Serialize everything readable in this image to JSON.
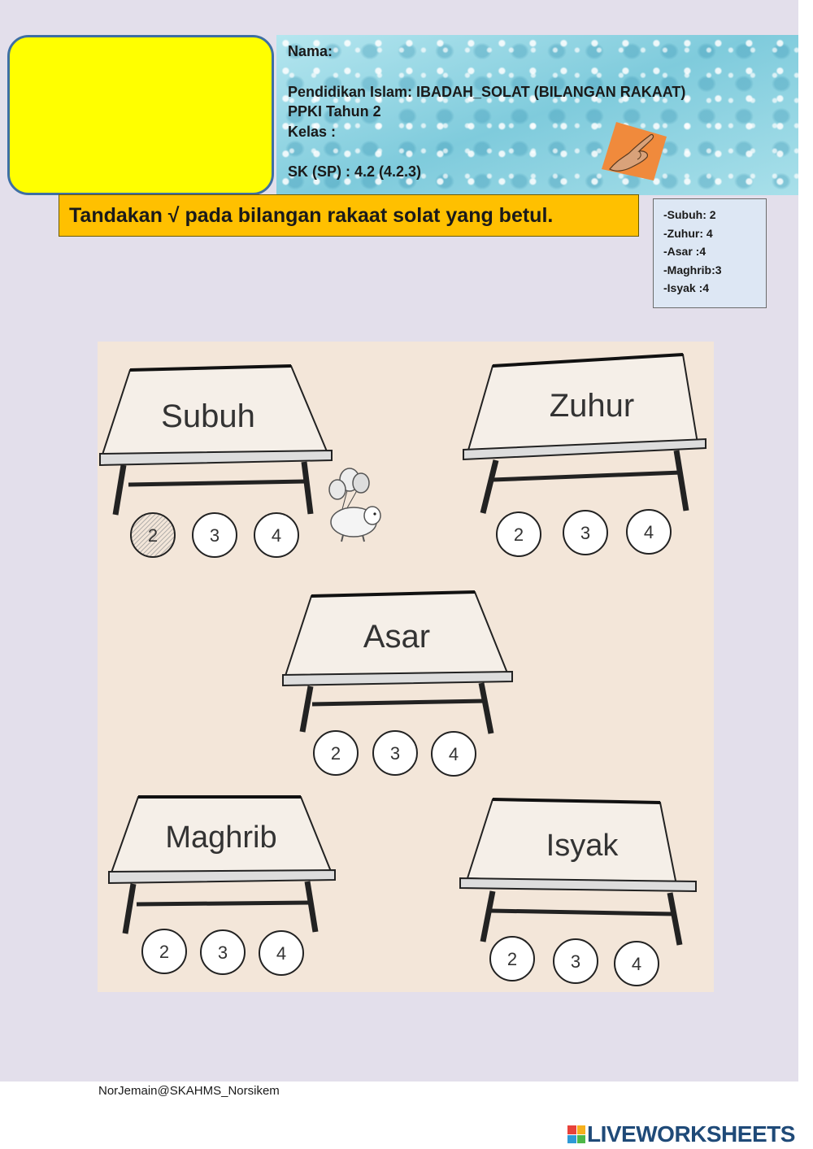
{
  "header": {
    "nama_label": "Nama:",
    "subject": "Pendidikan Islam: IBADAH_SOLAT (BILANGAN RAKAAT)",
    "level": "PPKI Tahun 2",
    "kelas_label": "Kelas :",
    "sk_sp": "SK (SP) : 4.2 (4.2.3)"
  },
  "instruction": "Tandakan √ pada bilangan rakaat solat yang betul.",
  "answer_key": [
    "-Subuh: 2",
    "-Zuhur: 4",
    "-Asar :4",
    "-Maghrib:3",
    "-Isyak :4"
  ],
  "prayers": [
    {
      "name": "Subuh",
      "options": [
        "2",
        "3",
        "4"
      ],
      "marked": "2"
    },
    {
      "name": "Zuhur",
      "options": [
        "2",
        "3",
        "4"
      ],
      "marked": null
    },
    {
      "name": "Asar",
      "options": [
        "2",
        "3",
        "4"
      ],
      "marked": null
    },
    {
      "name": "Maghrib",
      "options": [
        "2",
        "3",
        "4"
      ],
      "marked": null
    },
    {
      "name": "Isyak",
      "options": [
        "2",
        "3",
        "4"
      ],
      "marked": null
    }
  ],
  "footer_credit": "NorJemain@SKAHMS_Norsikem",
  "brand": "LIVEWORKSHEETS",
  "colors": {
    "page_bg": "#e3dfeb",
    "name_box": "#ffff00",
    "instruction_bg": "#ffc000",
    "answer_key_bg": "#dde7f4",
    "sheet_bg": "#f3e6d9",
    "brand_text": "#1f4a78"
  }
}
